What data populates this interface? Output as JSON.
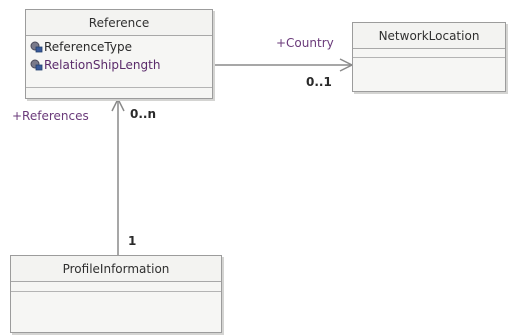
{
  "classes": {
    "reference": {
      "name": "Reference",
      "attributes": [
        "ReferenceType",
        "RelationShipLength"
      ]
    },
    "network_location": {
      "name": "NetworkLocation"
    },
    "profile_information": {
      "name": "ProfileInformation"
    }
  },
  "associations": {
    "reference_to_network": {
      "role": "+Country",
      "multiplicity": "0..1"
    },
    "profile_to_reference": {
      "role": "+References",
      "multiplicity_reference_end": "0..n",
      "multiplicity_profile_end": "1"
    }
  },
  "colors": {
    "box_border": "#9c9c9c",
    "box_fill": "#f6f6f4",
    "connector": "#8a8a8a",
    "role_text": "#6a3a7a",
    "attribute_icon": "#3a5a9a"
  }
}
